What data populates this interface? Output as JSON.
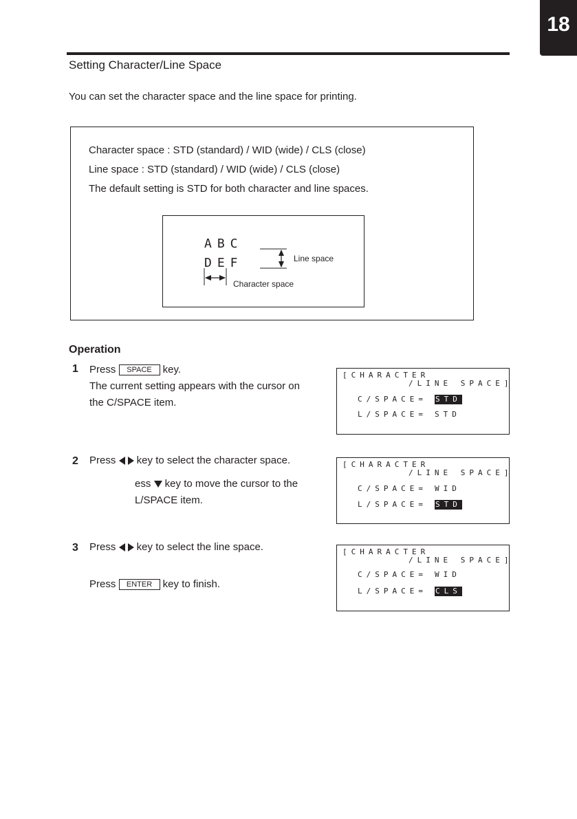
{
  "page": {
    "number": "18",
    "section_title": "Setting Character/Line Space",
    "intro": "You can set the character space and the line space for printing."
  },
  "info_box": {
    "lines": [
      "Character space : STD (standard) / WID (wide) / CLS (close)",
      "Line space : STD (standard) / WID (wide) / CLS (close)",
      "The default setting is STD for both character and line spaces."
    ],
    "sample_text": [
      "ABC",
      "DEF"
    ],
    "line_space_label": "Line space",
    "char_space_label": "Character space"
  },
  "procedure": {
    "title": "Operation",
    "steps": [
      {
        "num": "1",
        "pre": "Press",
        "key": "SPACE",
        "post": " key.",
        "desc": "The current setting appears with the cursor on the C/SPACE item."
      },
      {
        "num": "2",
        "pre": "Press",
        "post": " key to select the character space.",
        "line2": "ess",
        "line2_post": " key to move the cursor to the",
        "line3": "L/SPACE item."
      },
      {
        "num": "3",
        "pre": "Press",
        "post": " key to select the line space.",
        "line2": "Press",
        "key": "ENTER",
        "line2_post": " key to finish."
      }
    ]
  },
  "lcd_screens": [
    {
      "title1": "[CHARACTER",
      "title2": "/LINE SPACE]",
      "c_label": "C/SPACE=",
      "c_value": "STD",
      "c_hl": true,
      "l_label": "L/SPACE=",
      "l_value": "STD",
      "l_hl": false
    },
    {
      "title1": "[CHARACTER",
      "title2": "/LINE SPACE]",
      "c_label": "C/SPACE=",
      "c_value": "WID",
      "c_hl": false,
      "l_label": "L/SPACE=",
      "l_value": "STD",
      "l_hl": true
    },
    {
      "title1": "[CHARACTER",
      "title2": "/LINE SPACE]",
      "c_label": "C/SPACE=",
      "c_value": "WID",
      "c_hl": false,
      "l_label": "L/SPACE=",
      "l_value": "CLS",
      "l_hl": true
    }
  ],
  "icons": [
    "left-arrow-icon",
    "right-arrow-icon",
    "down-arrow-icon"
  ],
  "colors": {
    "ink": "#231f20",
    "paper": "#ffffff"
  }
}
